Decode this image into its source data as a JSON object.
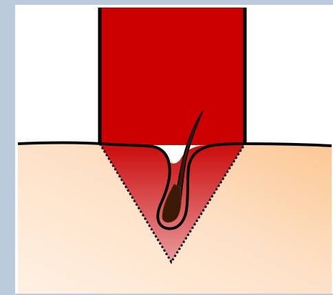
{
  "diagram": {
    "colors": {
      "frame": "#bccbdc",
      "background": "#ffffff",
      "beam": "#cc0000",
      "outline": "#000000",
      "skin_light": "#fff1e3",
      "skin_mid": "#fde0c5",
      "skin_dark": "#fcc793",
      "cone_top": "#cc1111",
      "cone_bottom": "#ea9a9c",
      "hair": "#3a1a06",
      "hair_highlight": "#5a2a0e"
    },
    "parts": [
      "laser-beam",
      "skin-surface",
      "treatment-cone",
      "hair-follicle",
      "hair-shaft"
    ]
  }
}
